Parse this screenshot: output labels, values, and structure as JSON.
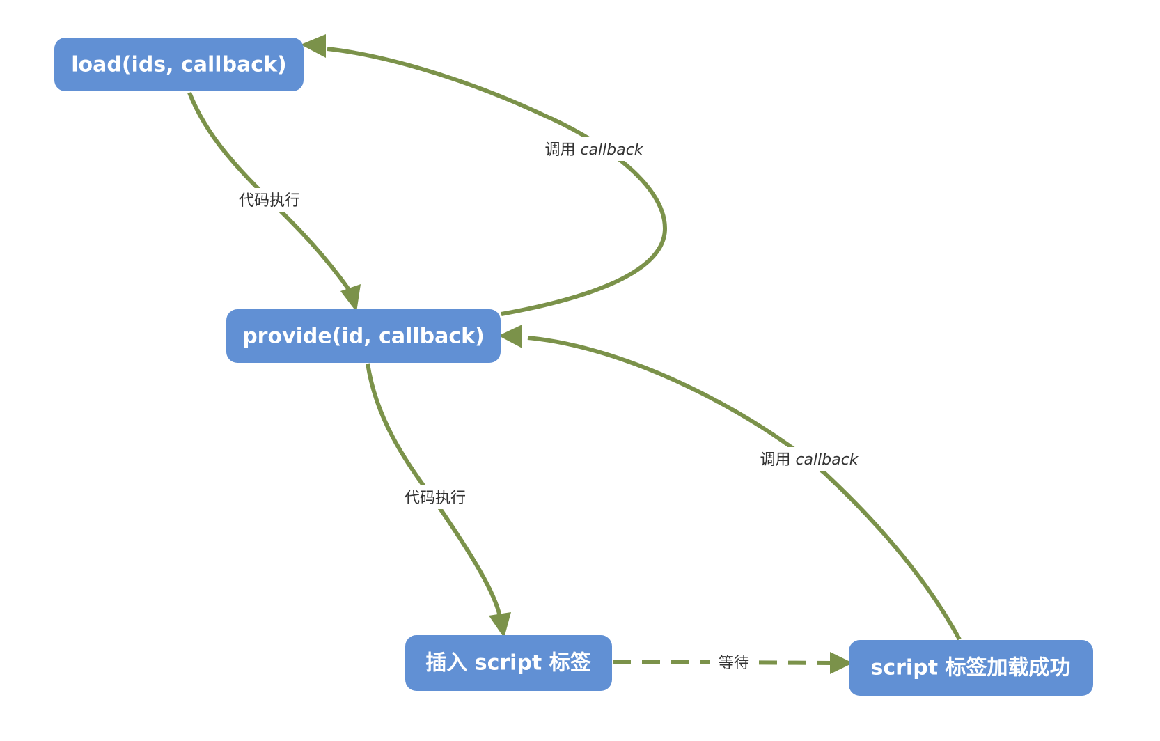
{
  "colors": {
    "node_fill": "#6190d4",
    "node_text": "#ffffff",
    "edge": "#7b924a",
    "label_text": "#333333"
  },
  "nodes": {
    "load": {
      "label": "load(ids, callback)"
    },
    "provide": {
      "label": "provide(id, callback)"
    },
    "insert": {
      "label": "插入 script 标签"
    },
    "loaded": {
      "label": "script 标签加载成功"
    }
  },
  "edges": {
    "load_to_provide": {
      "label": "代码执行"
    },
    "provide_to_load": {
      "label_plain": "调用 ",
      "label_italic": "callback"
    },
    "provide_to_insert": {
      "label": "代码执行"
    },
    "insert_to_loaded": {
      "label": "等待"
    },
    "loaded_to_provide": {
      "label_plain": "调用 ",
      "label_italic": "callback"
    }
  }
}
